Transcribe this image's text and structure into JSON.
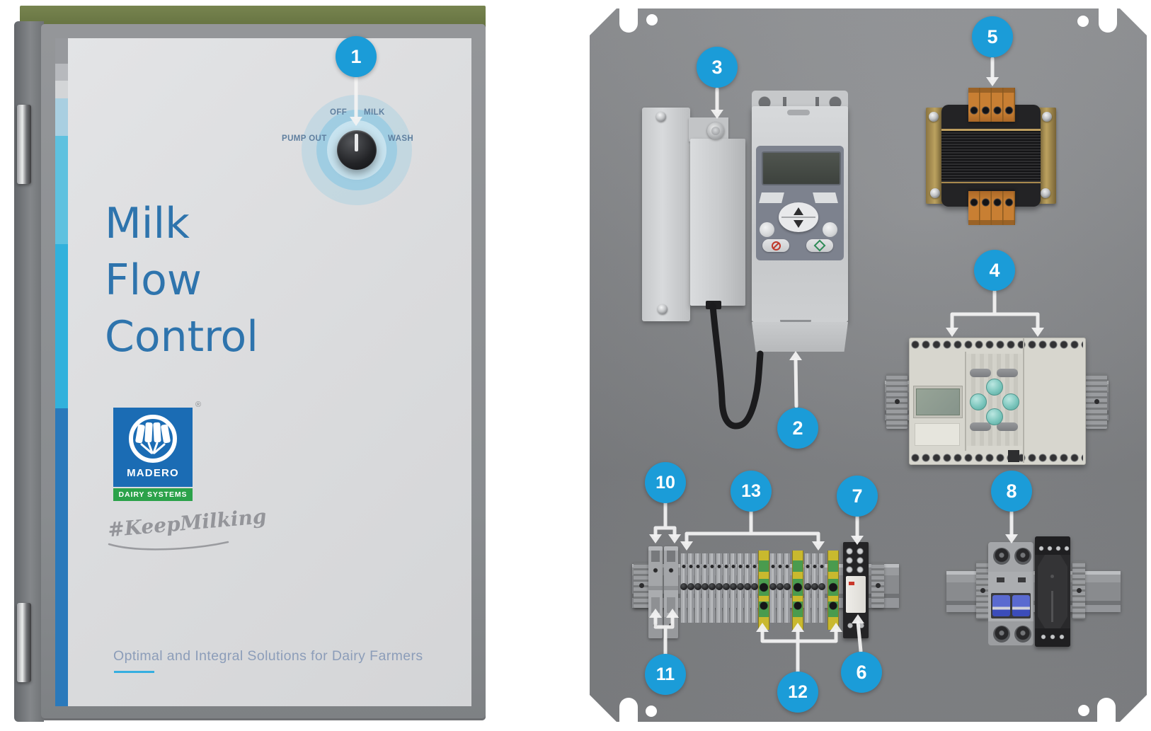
{
  "door": {
    "mode_selector": {
      "labels": {
        "off": "OFF",
        "milk": "MILK",
        "pump_out": "PUMP OUT",
        "wash": "WASH"
      }
    },
    "title": {
      "line1": "Milk",
      "line2": "Flow",
      "line3": "Control"
    },
    "logo": {
      "brand": "MADERO",
      "banner": "DAIRY SYSTEMS",
      "registered_mark": "®"
    },
    "tagline": "#KeepMilking",
    "footer_tagline": "Optimal and Integral Solutions for Dairy Farmers",
    "stripe_colors": [
      "#97999d",
      "#b7b9bd",
      "#d3d5d7",
      "#a9cfe1",
      "#5ec1df",
      "#31b1dc",
      "#2a79bb"
    ]
  },
  "callouts": {
    "b1": "1",
    "b2": "2",
    "b3": "3",
    "b4": "4",
    "b5": "5",
    "b6": "6",
    "b7": "7",
    "b8": "8",
    "b10": "10",
    "b11": "11",
    "b12": "12",
    "b13": "13"
  },
  "colors": {
    "badge_blue": "#1b9cd8",
    "title_blue": "#2e74ad",
    "logo_blue": "#1b6cb4",
    "logo_green": "#2ba24a",
    "accent_cyan": "#35aee0",
    "stripe_blue": "#2a79bb",
    "olive_top": "#6d7a48",
    "backplate_gray": "#85878a"
  }
}
